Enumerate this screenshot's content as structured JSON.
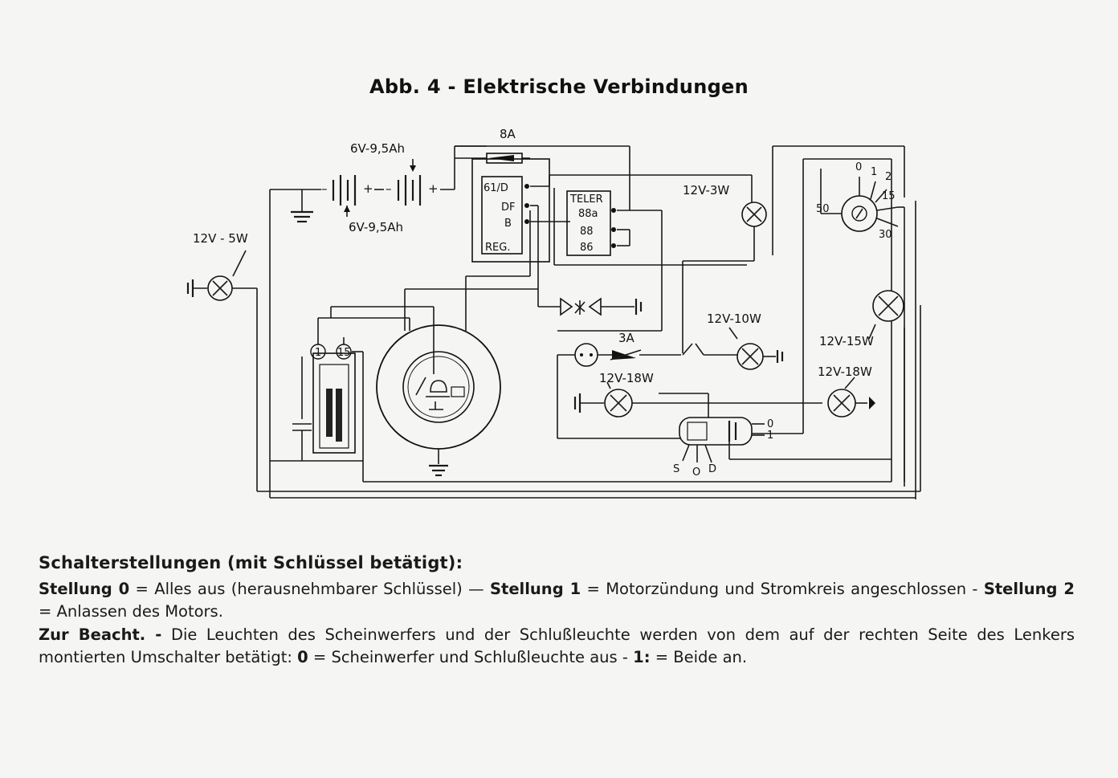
{
  "title": "Abb. 4 - Elektrische Verbindungen",
  "diagram": {
    "fuse_top": "8A",
    "battery_upper": "6V-9,5Ah",
    "battery_lower": "6V-9,5Ah",
    "regulator": {
      "t1": "61/D",
      "t2": "DF",
      "t3": "B",
      "name": "REG."
    },
    "relay": {
      "name": "TELER",
      "t1": "88a",
      "t2": "88",
      "t3": "86"
    },
    "lamp_left": "12V - 5W",
    "lamp_3w": "12V-3W",
    "switch_key": {
      "p0": "0",
      "p1": "1",
      "p2": "2",
      "p15": "15",
      "p50": "50",
      "p30": "30"
    },
    "lamp_10w": "12V-10W",
    "fuse_3a": "3A",
    "lamp_15w": "12V-15W",
    "lamp_18w_left": "12V-18W",
    "lamp_18w_right": "12V-18W",
    "coil": {
      "t1": "1",
      "t15": "15"
    },
    "handlebar_switch": {
      "s": "S",
      "o": "O",
      "d": "D",
      "p0": "0",
      "p1": "1"
    }
  },
  "legend": {
    "heading": "Schalterstellungen (mit Schlüssel betätigt):",
    "s0_label": "Stellung 0",
    "s0_text": " = Alles aus (herausnehmbarer Schlüssel) — ",
    "s1_label": "Stellung 1",
    "s1_text": " = Motorzündung und Stromkreis angeschlossen - ",
    "s2_label": "Stellung 2",
    "s2_text": " = Anlassen des Motors.",
    "note_label": "Zur Beacht. -",
    "note_text": " Die Leuchten des Scheinwerfers und der Schlußleuchte werden von dem auf der rechten Seite des Lenkers montierten Umschalter betätigt: ",
    "note_b0": "0",
    "note_text2": " = Scheinwerfer und Schlußleuchte aus - ",
    "note_b1": "1:",
    "note_text3": " = Beide an."
  }
}
